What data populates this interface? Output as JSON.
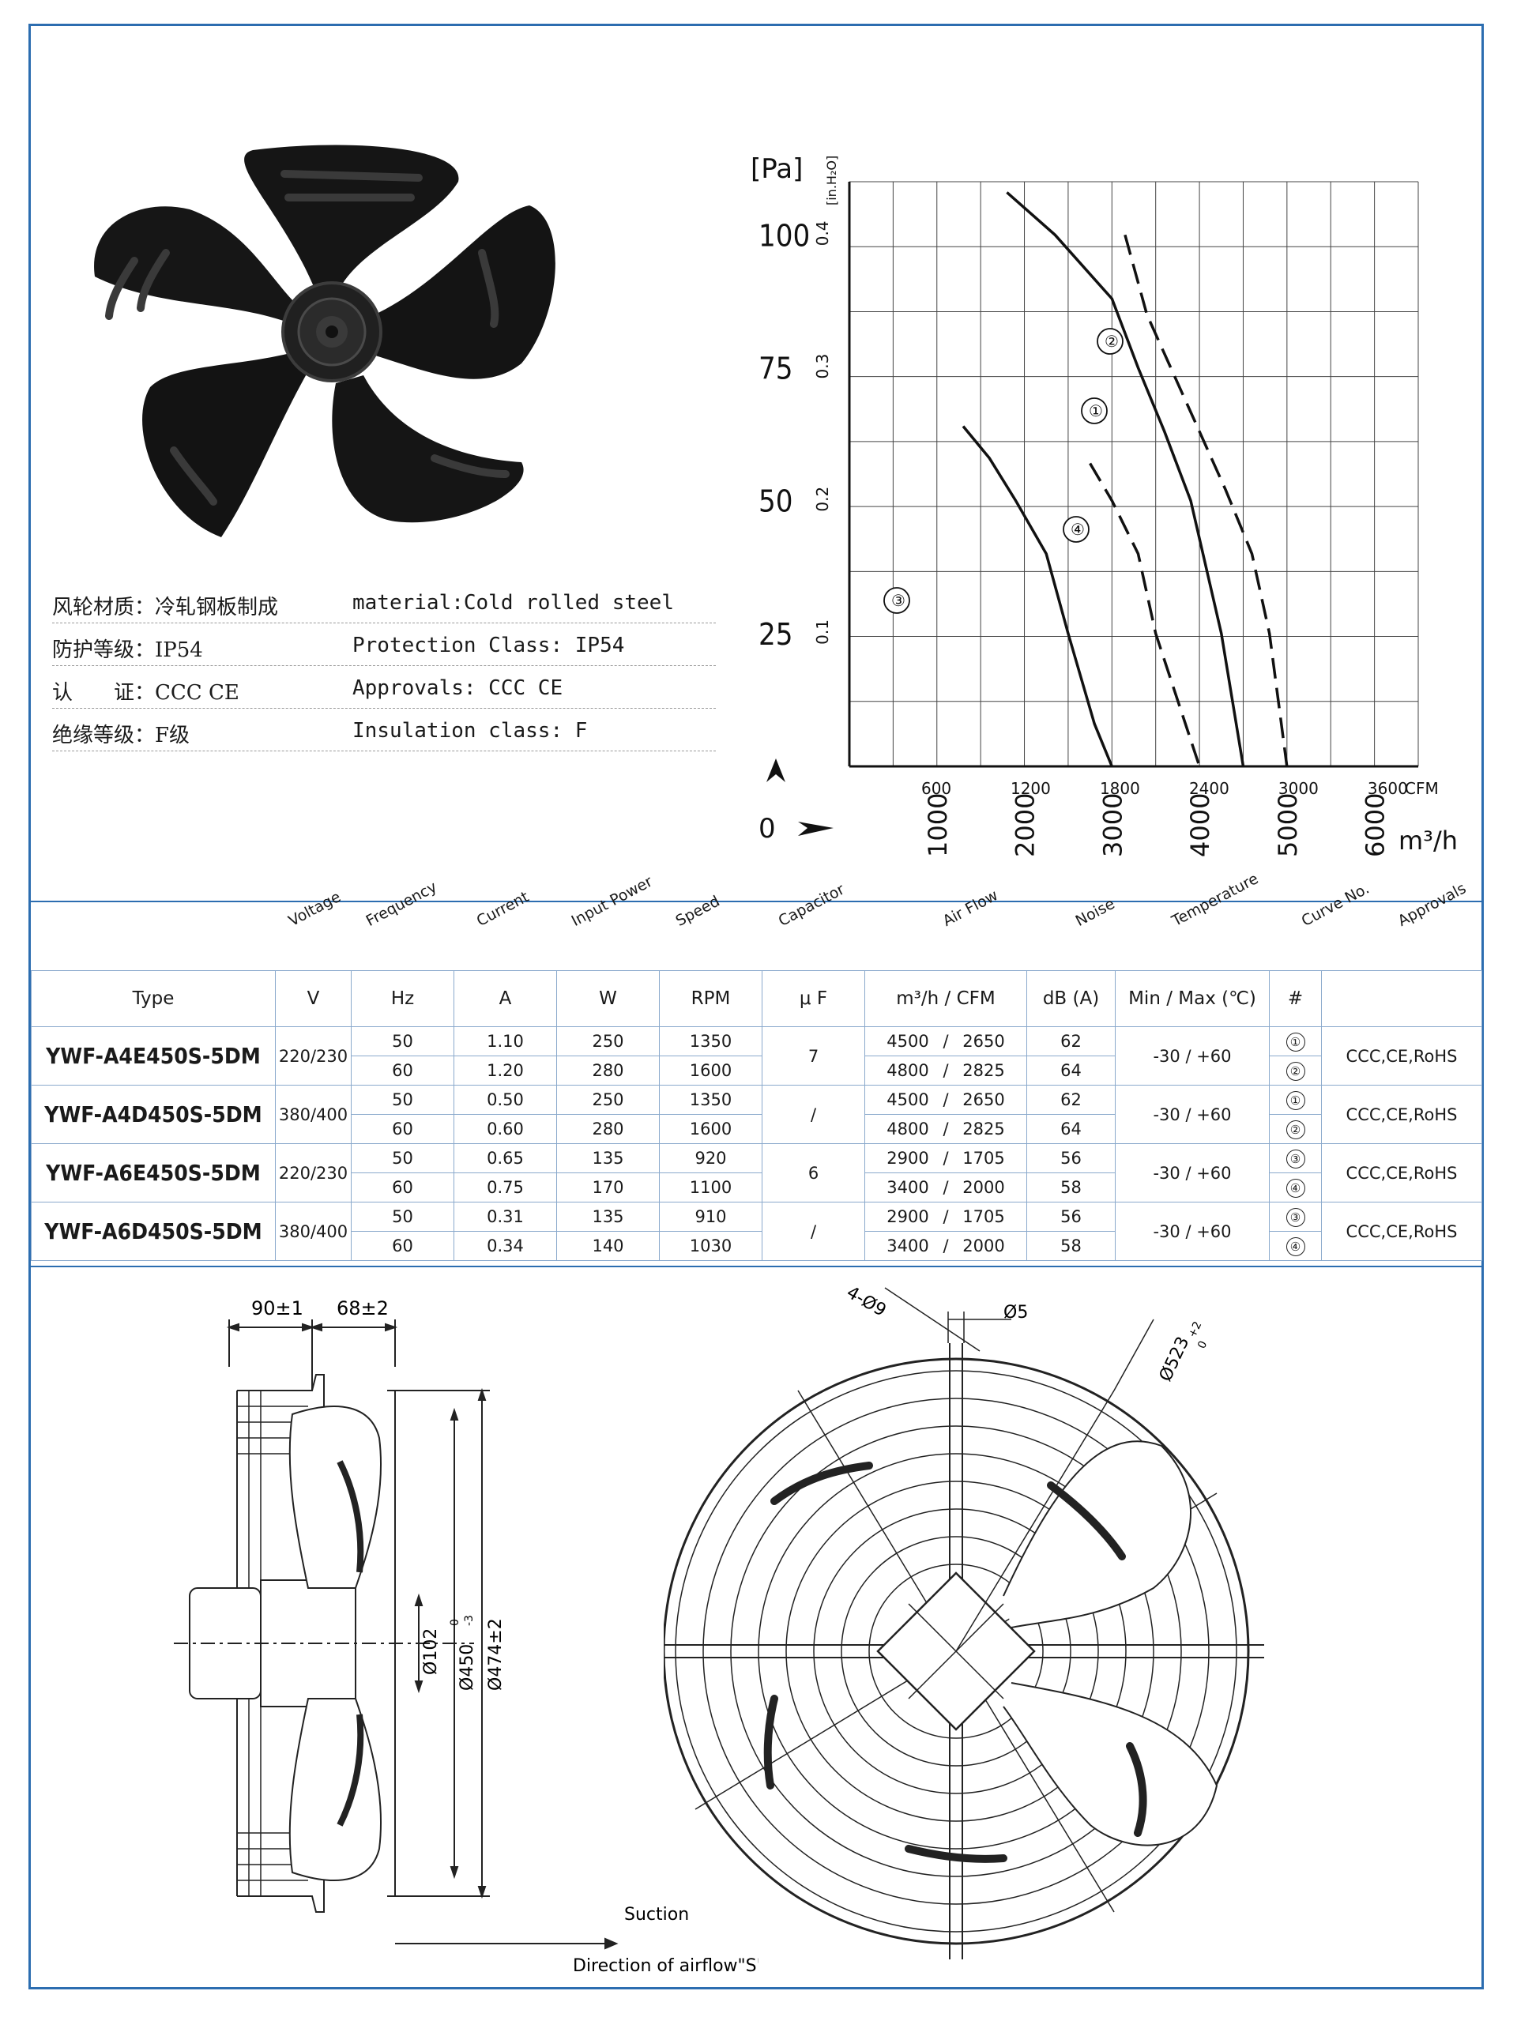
{
  "specs": [
    {
      "cn": "风轮材质：冷轧钢板制成",
      "en": "material:Cold rolled steel"
    },
    {
      "cn": "防护等级：IP54",
      "en": "Protection Class: IP54"
    },
    {
      "cn": "认　　证：CCC CE",
      "en": "Approvals: CCC  CE"
    },
    {
      "cn": "绝缘等级：F级",
      "en": "Insulation class: F"
    }
  ],
  "chart_data": {
    "type": "line",
    "xlabel": "m³/h",
    "xlabel2": "CFM",
    "ylabel": "[Pa]",
    "ylabel2": "[in.H₂O]",
    "xlim": [
      0,
      6500
    ],
    "ylim": [
      0,
      110
    ],
    "x_ticks": [
      "1000",
      "2000",
      "3000",
      "4000",
      "5000",
      "6000"
    ],
    "x_ticks_cfm": [
      "600",
      "1200",
      "1800",
      "2400",
      "3000",
      "3600"
    ],
    "y_ticks": [
      "25",
      "50",
      "75",
      "100"
    ],
    "y_ticks_inh2o": [
      "0.1",
      "0.2",
      "0.3",
      "0.4"
    ],
    "origin_label": "0",
    "series": [
      {
        "name": "①",
        "dashed": false,
        "x": [
          1800,
          2350,
          3000,
          3300,
          3600,
          3900,
          4250,
          4500
        ],
        "y": [
          108,
          100,
          88,
          75,
          63,
          50,
          25,
          0
        ]
      },
      {
        "name": "②",
        "dashed": true,
        "x": [
          3150,
          3400,
          3700,
          4000,
          4300,
          4600,
          4800,
          5000
        ],
        "y": [
          100,
          85,
          74,
          63,
          52,
          40,
          25,
          0
        ]
      },
      {
        "name": "③",
        "dashed": false,
        "x": [
          1300,
          1600,
          1900,
          2250,
          2500,
          2800,
          3000
        ],
        "y": [
          64,
          58,
          50,
          40,
          25,
          8,
          0
        ]
      },
      {
        "name": "④",
        "dashed": true,
        "x": [
          2750,
          3000,
          3300,
          3500,
          3700,
          4000
        ],
        "y": [
          57,
          50,
          40,
          25,
          15,
          0
        ]
      }
    ]
  },
  "table": {
    "headers": [
      "Voltage",
      "Frequency",
      "Current",
      "Input Power",
      "Speed",
      "Capacitor",
      "Air Flow",
      "Noise",
      "Temperature",
      "Curve No.",
      "Approvals"
    ],
    "units": [
      "Type",
      "V",
      "Hz",
      "A",
      "W",
      "RPM",
      "μ F",
      "m³/h  /  CFM",
      "dB (A)",
      "Min / Max (℃)",
      "#",
      ""
    ],
    "models": [
      {
        "type": "YWF-A4E450S-5DM",
        "voltage": "220/230",
        "cap": "7",
        "temp": "-30 / +60",
        "approvals": "CCC,CE,RoHS",
        "rows": [
          {
            "hz": "50",
            "a": "1.10",
            "w": "250",
            "rpm": "1350",
            "flow": "4500",
            "cfm": "2650",
            "db": "62",
            "curve": "①"
          },
          {
            "hz": "60",
            "a": "1.20",
            "w": "280",
            "rpm": "1600",
            "flow": "4800",
            "cfm": "2825",
            "db": "64",
            "curve": "②"
          }
        ]
      },
      {
        "type": "YWF-A4D450S-5DM",
        "voltage": "380/400",
        "cap": "/",
        "temp": "-30 / +60",
        "approvals": "CCC,CE,RoHS",
        "rows": [
          {
            "hz": "50",
            "a": "0.50",
            "w": "250",
            "rpm": "1350",
            "flow": "4500",
            "cfm": "2650",
            "db": "62",
            "curve": "①"
          },
          {
            "hz": "60",
            "a": "0.60",
            "w": "280",
            "rpm": "1600",
            "flow": "4800",
            "cfm": "2825",
            "db": "64",
            "curve": "②"
          }
        ]
      },
      {
        "type": "YWF-A6E450S-5DM",
        "voltage": "220/230",
        "cap": "6",
        "temp": "-30 / +60",
        "approvals": "CCC,CE,RoHS",
        "rows": [
          {
            "hz": "50",
            "a": "0.65",
            "w": "135",
            "rpm": "920",
            "flow": "2900",
            "cfm": "1705",
            "db": "56",
            "curve": "③"
          },
          {
            "hz": "60",
            "a": "0.75",
            "w": "170",
            "rpm": "1100",
            "flow": "3400",
            "cfm": "2000",
            "db": "58",
            "curve": "④"
          }
        ]
      },
      {
        "type": "YWF-A6D450S-5DM",
        "voltage": "380/400",
        "cap": "/",
        "temp": "-30 / +60",
        "approvals": "CCC,CE,RoHS",
        "rows": [
          {
            "hz": "50",
            "a": "0.31",
            "w": "135",
            "rpm": "910",
            "flow": "2900",
            "cfm": "1705",
            "db": "56",
            "curve": "③"
          },
          {
            "hz": "60",
            "a": "0.34",
            "w": "140",
            "rpm": "1030",
            "flow": "3400",
            "cfm": "2000",
            "db": "58",
            "curve": "④"
          }
        ]
      }
    ]
  },
  "drawing": {
    "dim_90": "90±1",
    "dim_68": "68±2",
    "dim_102": "Ø102",
    "dim_450": "Ø450",
    "dim_450_tol": "0",
    "dim_450_tol2": "-3",
    "dim_474": "Ø474±2",
    "dim_holes": "4-Ø9",
    "dim_5": "Ø5",
    "dim_523": "Ø523",
    "dim_523_tol": "+2",
    "dim_523_tol2": "0",
    "suction": "Suction",
    "airflow": "Direction of airflow\"S\""
  }
}
